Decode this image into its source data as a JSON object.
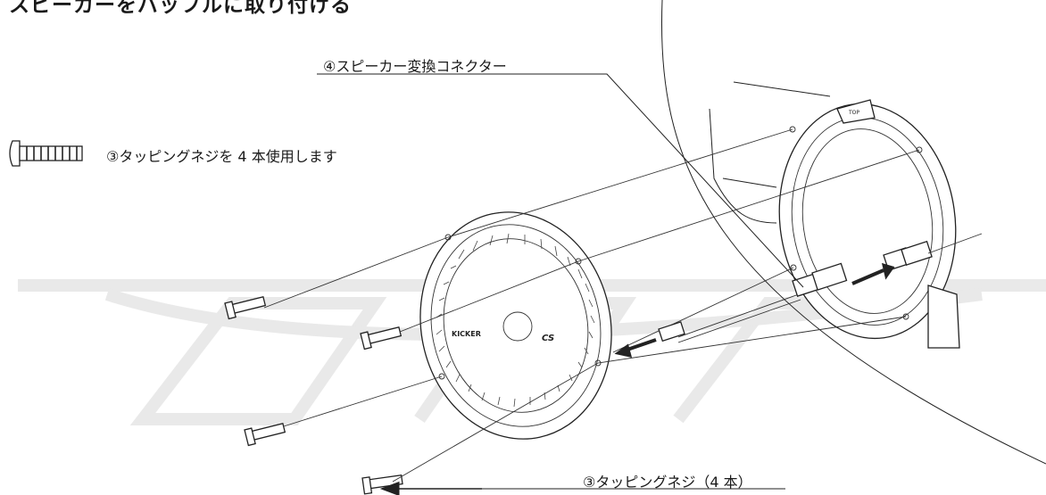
{
  "title": "スピーカーをバッフルに取り付ける",
  "labels": {
    "connector": "④スピーカー変換コネクター",
    "screws_use": "③タッピングネジを 4 本使用します",
    "screws_parts": "③タッピングネジ（4 本）"
  },
  "speaker": {
    "brand": "KICKER",
    "model": "CS"
  },
  "baffle": {
    "mark": "TOP"
  }
}
